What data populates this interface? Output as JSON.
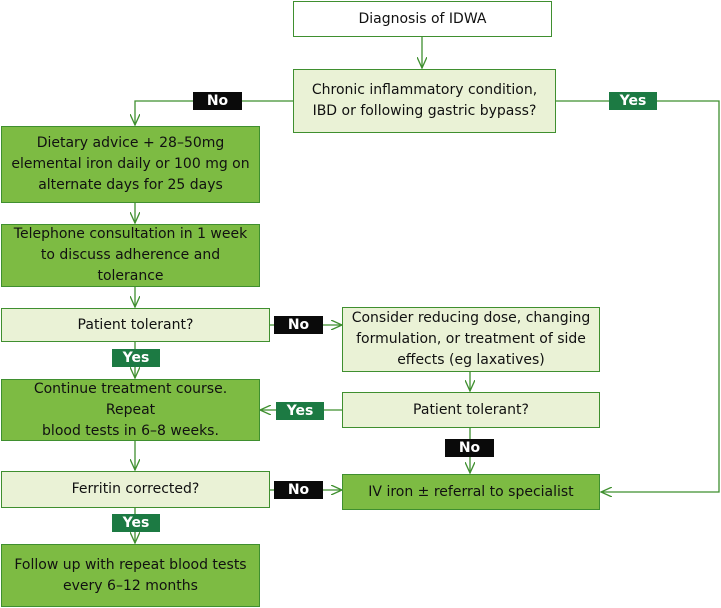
{
  "nodes": {
    "diagnosis": "Diagnosis of IDWA",
    "chronic": "Chronic inflammatory condition,\nIBD or following gastric bypass?",
    "dietary": "Dietary advice + 28–50mg\nelemental iron daily or 100 mg on\nalternate days for 25 days",
    "telephone": "Telephone consultation in 1 week\nto discuss adherence and tolerance",
    "tolerant1": "Patient tolerant?",
    "reduce": "Consider reducing dose, changing\nformulation, or treatment of side\neffects (eg laxatives)",
    "continue": "Continue treatment course. Repeat\nblood tests in 6–8 weeks.",
    "tolerant2": "Patient tolerant?",
    "ferritin": "Ferritin corrected?",
    "iv": "IV iron ± referral to specialist",
    "followup": "Follow up with repeat blood tests\nevery 6–12 months"
  },
  "labels": {
    "no": "No",
    "yes": "Yes"
  },
  "colors": {
    "line": "#3f8f2f",
    "light_fill": "#eaf2d6",
    "green_fill": "#7dbb43",
    "yes_tag": "#1c7a43",
    "no_tag": "#0a0a0a"
  }
}
